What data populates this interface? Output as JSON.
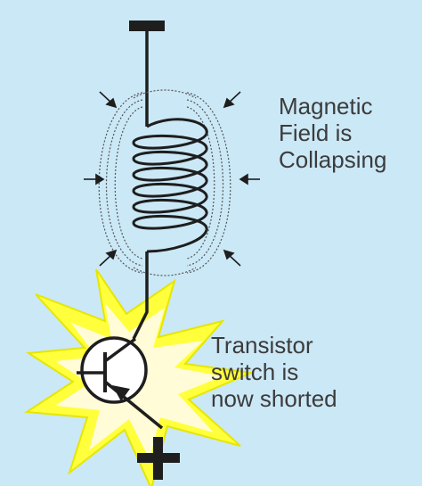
{
  "colors": {
    "background": "#cbe8f6",
    "wire": "#1e1e1e",
    "starburst_fill": "#ffff3c",
    "starburst_stroke": "#e0e000",
    "text": "#3c3c3c",
    "field_lines": "#555555"
  },
  "symbols": {
    "negative": "minus-terminal",
    "positive": "plus-terminal",
    "coil": "inductor-coil",
    "transistor": "pnp-transistor"
  },
  "labels": {
    "field": [
      "Magnetic",
      "Field is",
      "Collapsing"
    ],
    "switch": [
      "Transistor",
      "switch is",
      "now shorted"
    ]
  }
}
